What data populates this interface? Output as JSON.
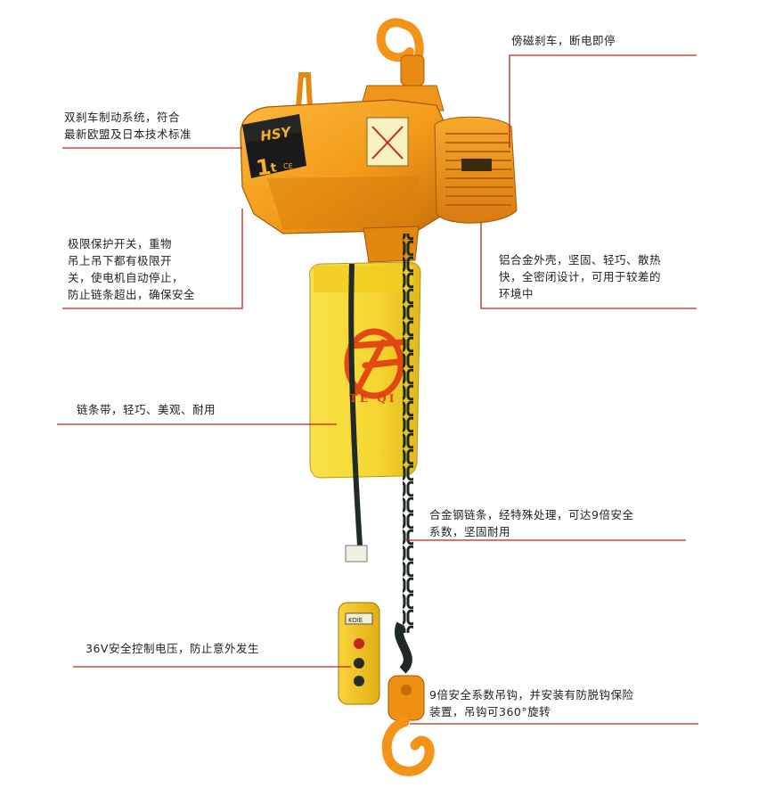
{
  "product": {
    "brand": "HSY",
    "capacity_number": "1",
    "capacity_unit": "t",
    "ce_mark": "CE"
  },
  "watermark": {
    "text": "TE QI"
  },
  "pendant": {
    "label": "KOIE"
  },
  "annotations": [
    {
      "id": "brake",
      "lines": [
        "傍磁刹车，断电即停"
      ]
    },
    {
      "id": "dual-brake",
      "lines": [
        "双刹车制动系统，符合",
        "最新欧盟及日本技术标准"
      ]
    },
    {
      "id": "limit-switch",
      "lines": [
        "极限保护开关，重物",
        "吊上吊下都有极限开",
        "关，使电机自动停止，",
        "防止链条超出，确保安全"
      ]
    },
    {
      "id": "housing",
      "lines": [
        "铝合金外壳，坚固、轻巧、散热",
        "快，全密闭设计，可用于较差的",
        "环境中"
      ]
    },
    {
      "id": "chain-bag",
      "lines": [
        "链条带，轻巧、美观、耐用"
      ]
    },
    {
      "id": "chain",
      "lines": [
        "合金钢链条，经特殊处理，可达9倍安全",
        "系数，坚固耐用"
      ]
    },
    {
      "id": "voltage",
      "lines": [
        "36V安全控制电压，防止意外发生"
      ]
    },
    {
      "id": "hook",
      "lines": [
        "9倍安全系数吊钩，并安装有防脱钩保险",
        "装置，吊钩可360°旋转"
      ]
    }
  ],
  "colors": {
    "body_orange": "#f39a1a",
    "body_dark": "#c86d08",
    "bag_yellow": "#f6d631",
    "chain_dark": "#1e2a22",
    "leader_red": "#c0201e",
    "watermark_red": "#e23a10"
  }
}
